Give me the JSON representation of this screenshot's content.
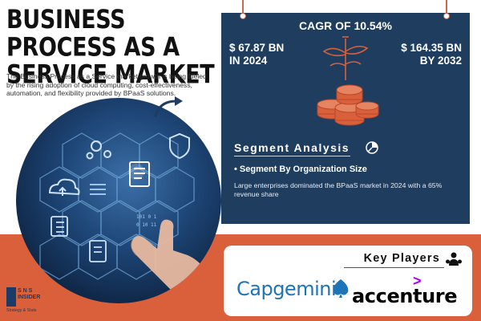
{
  "title": "BUSINESS PROCESS AS A SERVICE MARKET",
  "description": "The Business Process as a Service market growth is being fueled by the rising adoption of cloud computing, cost-effectiveness, automation, and flexibility provided by BPaaS solutions.",
  "stats": {
    "cagr": "CAGR OF 10.54%",
    "value_2024": "$ 67.87 BN",
    "year_2024": "IN 2024",
    "value_2032": "$ 164.35 BN",
    "year_2032": "BY 2032"
  },
  "segment": {
    "title": "Segment Analysis",
    "subheading": "• Segment By Organization Size",
    "body": "Large enterprises dominated the BPaaS market in 2024 with a 65% revenue share"
  },
  "key_players": {
    "title": "Key Players",
    "companies": [
      "Capgemini",
      "accenture"
    ]
  },
  "logo": {
    "letters": "S N S",
    "line2": "INSIDER",
    "tagline": "Strategy & Stats"
  },
  "colors": {
    "panel": "#1f3d5f",
    "accent_orange": "#d9603b",
    "capgemini_blue": "#1d74b8",
    "accenture_purple": "#a100ff"
  },
  "icons": [
    "coins-stack-icon",
    "plant-sprout-icon",
    "pie-chart-icon",
    "users-icon",
    "cloud-upload-icon",
    "gears-icon",
    "document-icon",
    "checklist-icon",
    "lock-shield-icon",
    "curved-arrow-icon"
  ]
}
